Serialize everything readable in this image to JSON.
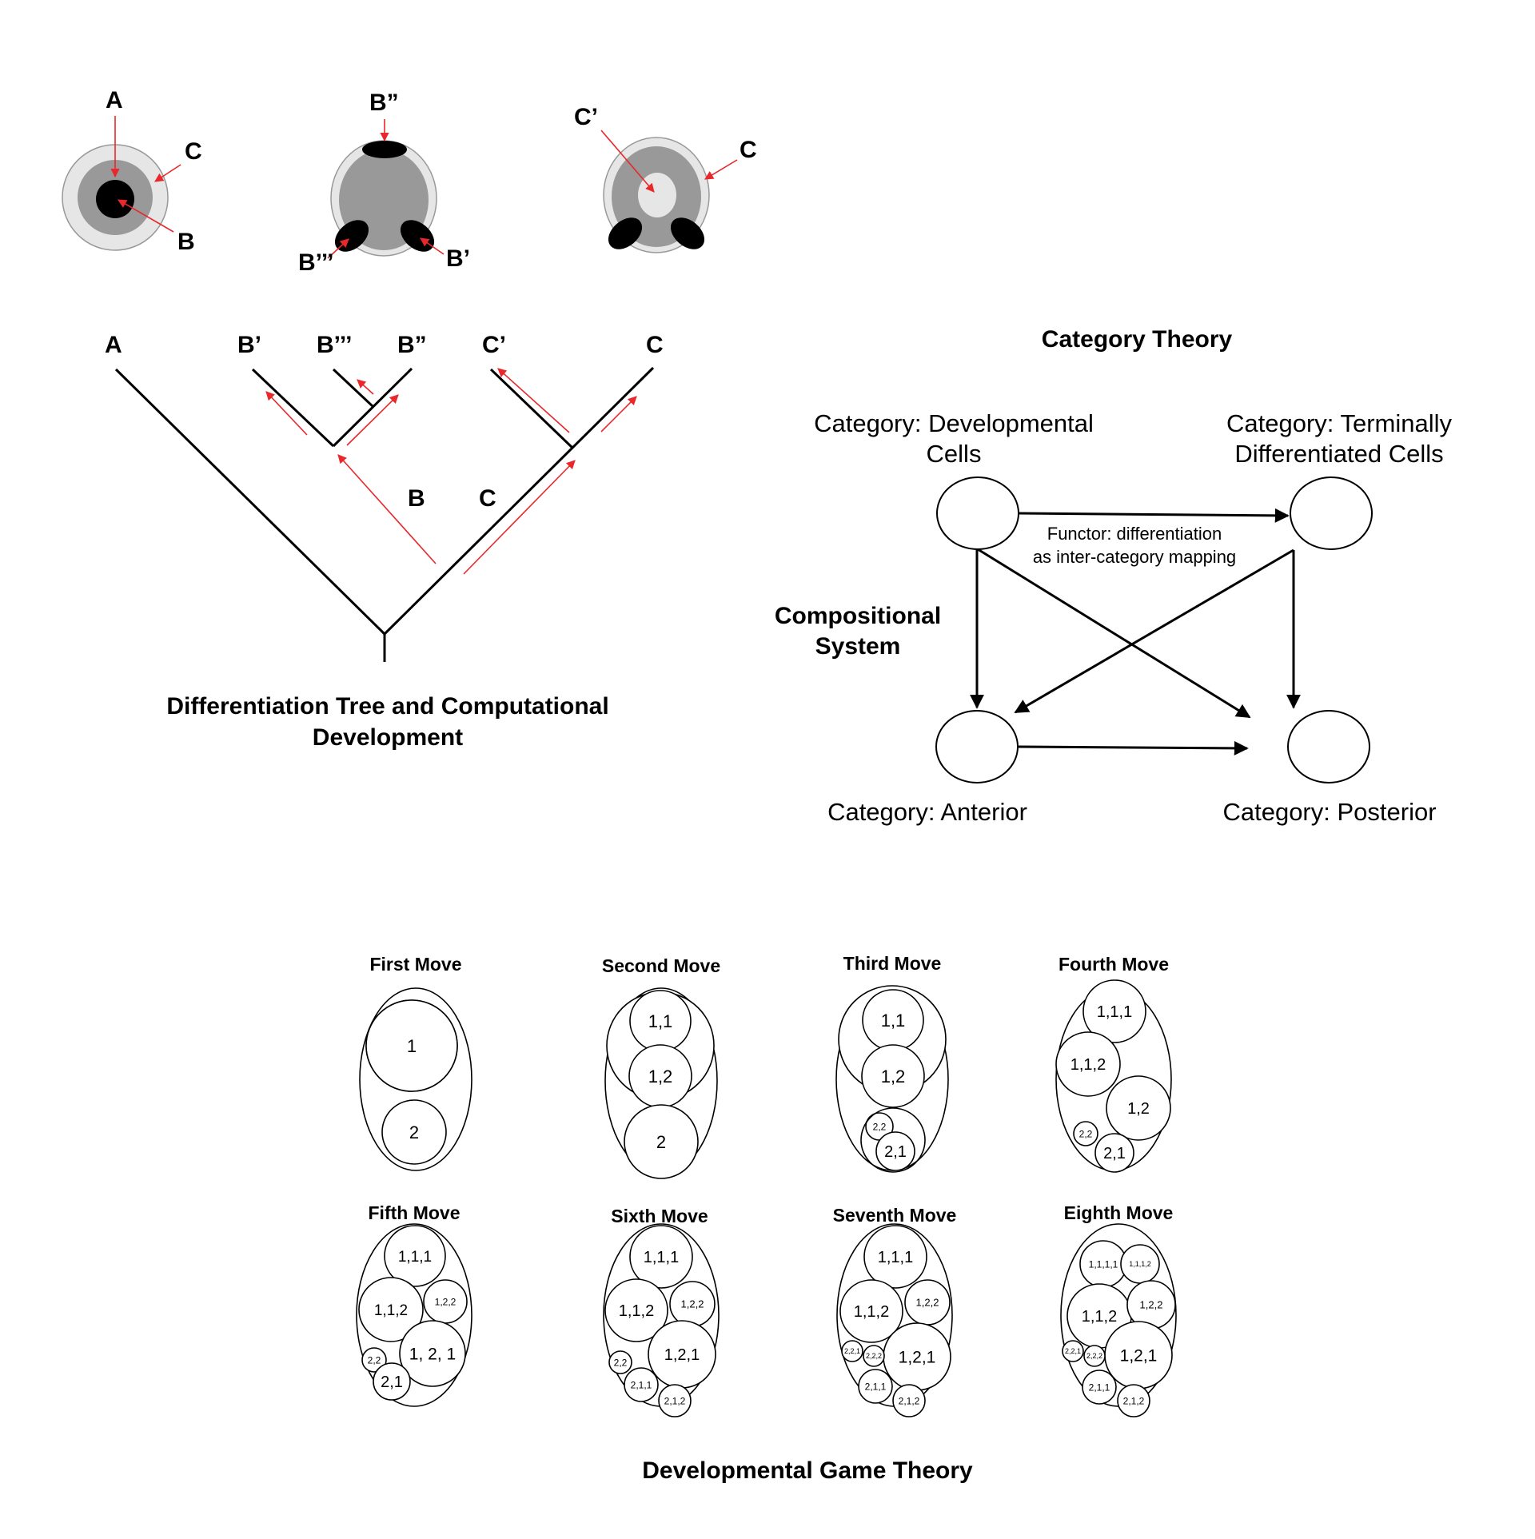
{
  "cells": {
    "a_label": "A",
    "b_label": "B",
    "c_label": "C",
    "b_double": "B”",
    "b_prime": "B’",
    "b_triple": "B’’’",
    "c_prime": "C’",
    "c_label_3": "C"
  },
  "tree": {
    "leaves": [
      "A",
      "B’",
      "B’’’",
      "B”",
      "C’",
      "C"
    ],
    "branch_b": "B",
    "branch_c": "C",
    "title_line1": "Differentiation Tree and Computational",
    "title_line2": "Development"
  },
  "category": {
    "title": "Category Theory",
    "dev_line1": "Category: Developmental",
    "dev_line2": "Cells",
    "term_line1": "Category: Terminally",
    "term_line2": "Differentiated Cells",
    "functor_line1": "Functor: differentiation",
    "functor_line2": "as inter-category mapping",
    "comp_line1": "Compositional",
    "comp_line2": "System",
    "anterior": "Category: Anterior",
    "posterior": "Category: Posterior"
  },
  "game": {
    "title": "Developmental Game Theory",
    "moves": [
      {
        "title": "First Move",
        "cells": [
          "1",
          "2"
        ]
      },
      {
        "title": "Second Move",
        "cells": [
          "1,1",
          "1,2",
          "2"
        ]
      },
      {
        "title": "Third Move",
        "cells": [
          "1,1",
          "1,2",
          "2,2",
          "2,1"
        ]
      },
      {
        "title": "Fourth Move",
        "cells": [
          "1,1,1",
          "1,1,2",
          "1,2",
          "2,2",
          "2,1"
        ]
      },
      {
        "title": "Fifth Move",
        "cells": [
          "1,1,1",
          "1,1,2",
          "1,2,2",
          "1, 2, 1",
          "2,2",
          "2,1"
        ]
      },
      {
        "title": "Sixth Move",
        "cells": [
          "1,1,1",
          "1,1,2",
          "1,2,2",
          "1,2,1",
          "2,2",
          "2,1,1",
          "2,1,2"
        ]
      },
      {
        "title": "Seventh Move",
        "cells": [
          "1,1,1",
          "1,1,2",
          "1,2,2",
          "1,2,1",
          "2,2,1",
          "2,2,2",
          "2,1,1",
          "2,1,2"
        ]
      },
      {
        "title": "Eighth Move",
        "cells": [
          "1,1,1,1",
          "1,1,1,2",
          "1,1,2",
          "1,2,2",
          "1,2,1",
          "2,2,1",
          "2,2,2",
          "2,1,1",
          "2,1,2"
        ]
      }
    ]
  },
  "colors": {
    "arrow_red": "#e8282b",
    "outer_gray": "#e6e6e6",
    "inner_gray": "#999999",
    "nucleus": "#000000"
  }
}
